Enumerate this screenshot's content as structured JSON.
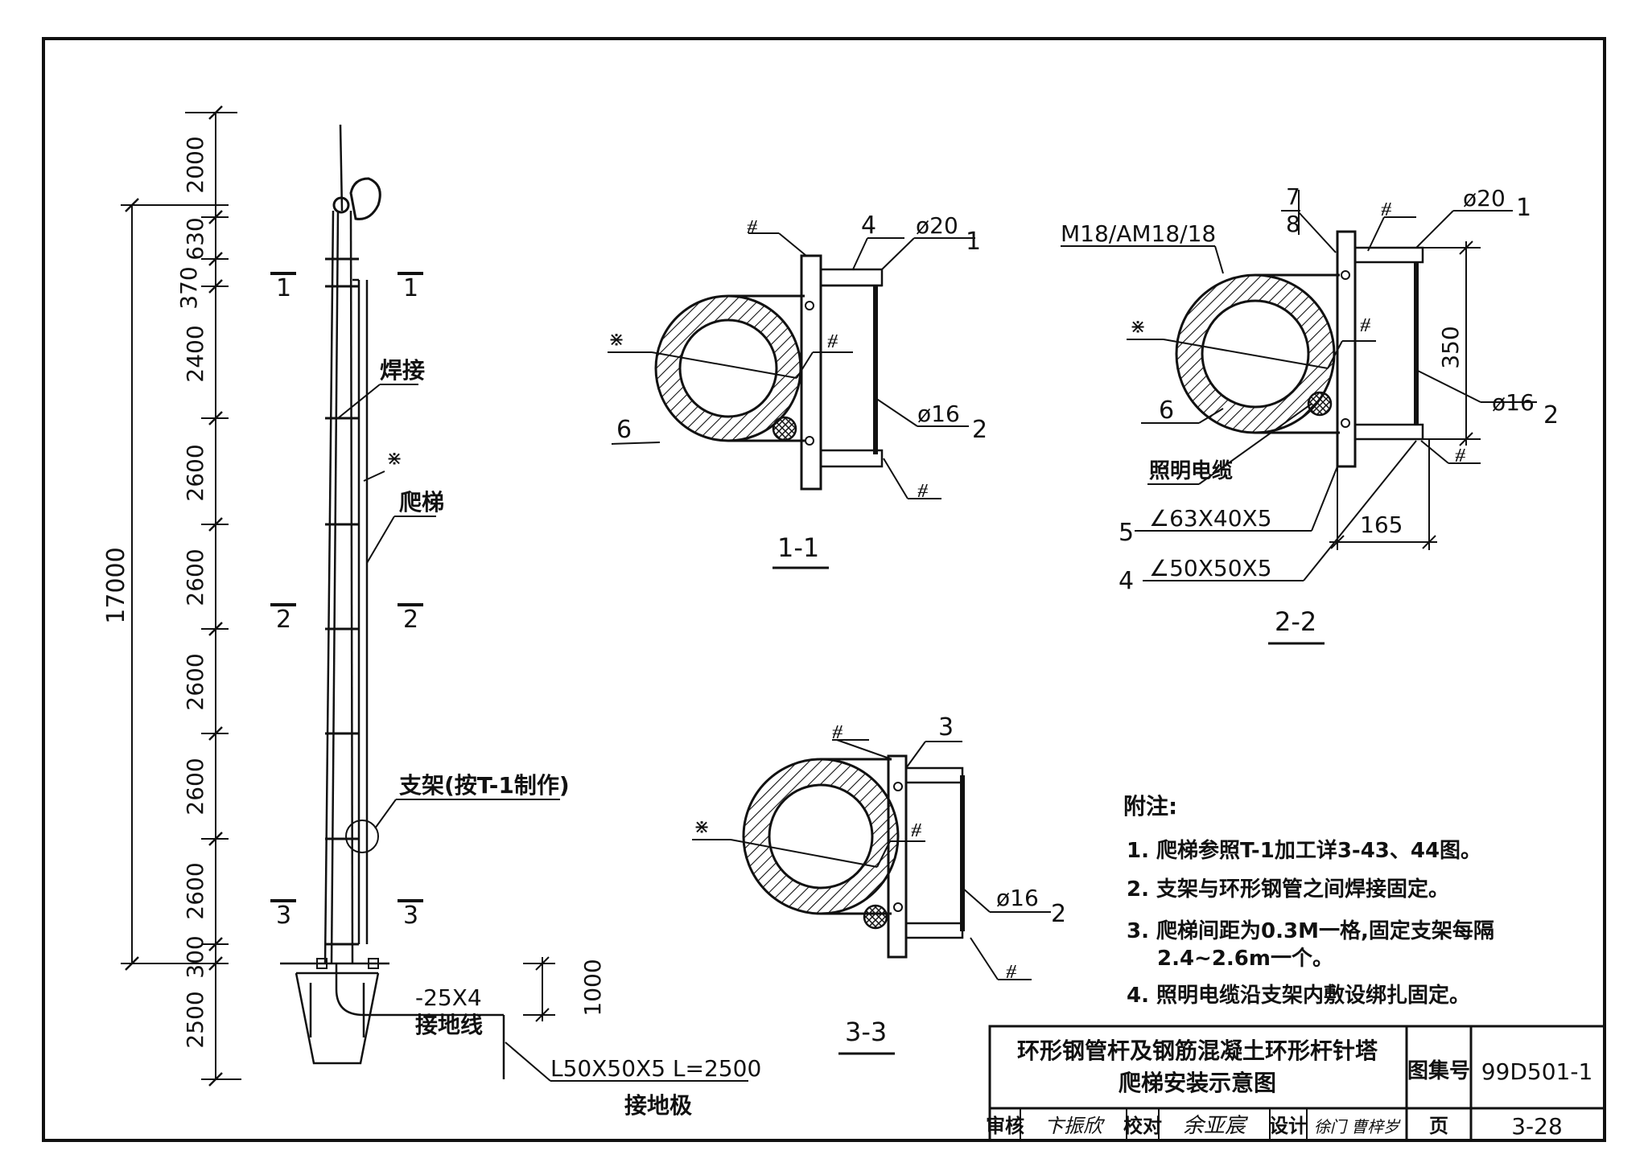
{
  "elevation": {
    "total_height": "17000",
    "segments": [
      "2000",
      "630",
      "370",
      "2400",
      "2600",
      "2600",
      "2600",
      "2600",
      "2600",
      "300",
      "2500"
    ],
    "foundation_depth": "1000",
    "section_marks": [
      "1",
      "1",
      "2",
      "2",
      "3",
      "3"
    ],
    "labels": {
      "weld": "焊接",
      "ladder": "爬梯",
      "bracket": "支架(按T-1制作)",
      "ground_wire_size": "-25X4",
      "ground_wire": "接地线",
      "ground_rod_size": "L50X50X5 L=2500",
      "ground_rod": "接地极"
    }
  },
  "section_1_1": {
    "title": "1-1",
    "labels": {
      "item_4": "4",
      "dia20": "ø20",
      "item_1": "1",
      "item_6": "6",
      "dia16": "ø16",
      "item_2": "2"
    }
  },
  "section_2_2": {
    "title": "2-2",
    "labels": {
      "bolt": "M18/AM18/18",
      "ref_top": "7",
      "ref_bottom": "8",
      "dia20": "ø20",
      "item_1": "1",
      "dim_350": "350",
      "dim_165": "165",
      "dia16": "ø16",
      "item_2": "2",
      "item_6": "6",
      "cable": "照明电缆",
      "item_5": "5",
      "angle_5": "∠63X40X5",
      "item_4": "4",
      "angle_4": "∠50X50X5"
    }
  },
  "section_3_3": {
    "title": "3-3",
    "labels": {
      "item_3": "3",
      "dia16": "ø16",
      "item_2": "2"
    }
  },
  "notes": {
    "heading": "附注:",
    "items": [
      "1. 爬梯参照T-1加工详3-43、44图。",
      "2. 支架与环形钢管之间焊接固定。",
      "3. 爬梯间距为0.3M一格,固定支架每隔",
      "2.4~2.6m一个。",
      "4. 照明电缆沿支架内敷设绑扎固定。"
    ]
  },
  "title_block": {
    "title_line1": "环形钢管杆及钢筋混凝土环形杆针塔",
    "title_line2": "爬梯安装示意图",
    "atlas_label": "图集号",
    "atlas_no": "99D501-1",
    "review_label": "审核",
    "review_sig": "卞振欣",
    "check_label": "校对",
    "check_sig": "余亚宸",
    "design_label": "设计",
    "design_sig": "徐门 曹梓岁",
    "page_label": "页",
    "page_no": "3-28"
  },
  "colors": {
    "line": "#111111",
    "background": "#ffffff"
  }
}
